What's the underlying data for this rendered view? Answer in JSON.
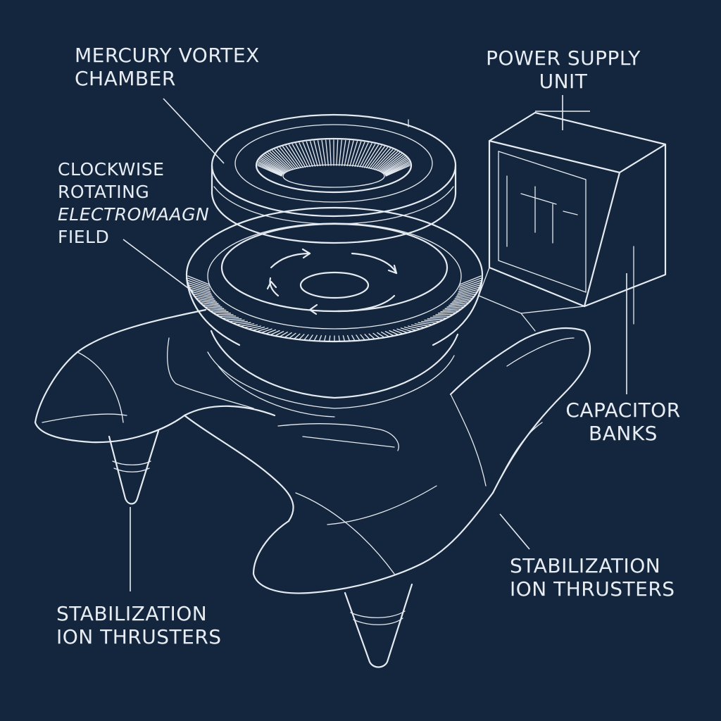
{
  "labels": {
    "mercury_vortex": [
      "MERCURY VORTEX",
      "CHAMBER"
    ],
    "power_supply": [
      "POWER SUPPLY",
      "UNIT"
    ],
    "rotating_field": [
      "CLOCKWISE",
      "ROTATING",
      "ELECTROMAAGN",
      "FIELD"
    ],
    "capacitor_banks": [
      "CAPACITOR",
      "BANKS"
    ],
    "thrusters_left": [
      "STABILIZATION",
      "ION THRUSTERS"
    ],
    "thrusters_right": [
      "STABILIZATION",
      "ION THRUSTERS"
    ]
  },
  "colors": {
    "background": "#14263d",
    "line": "#e6ebf1"
  }
}
